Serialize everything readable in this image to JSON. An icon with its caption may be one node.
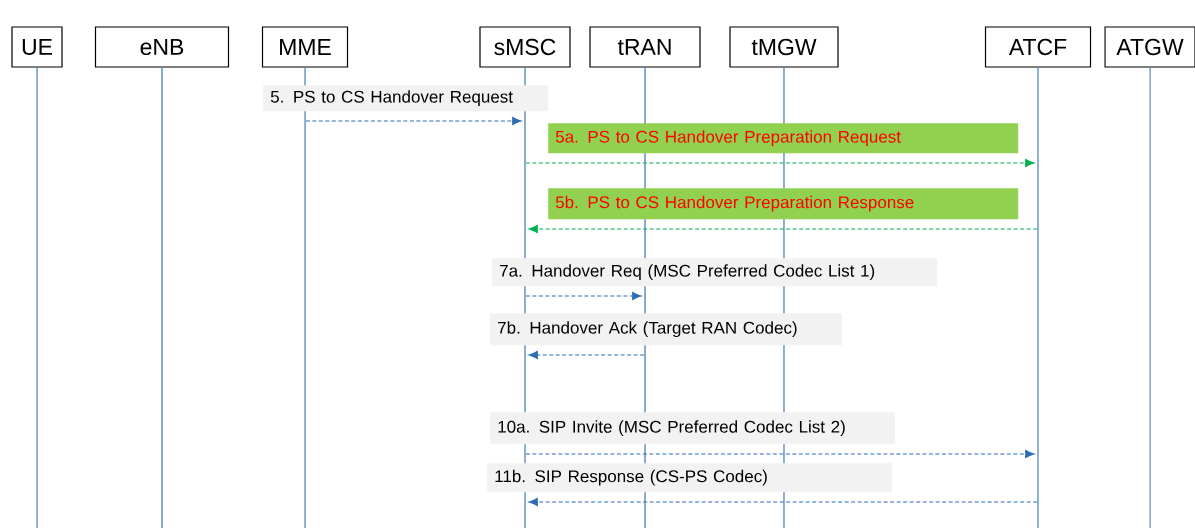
{
  "diagram": {
    "nodes": [
      {
        "text": [
          "UE"
        ]
      },
      {
        "text": [
          "eNB"
        ]
      },
      {
        "text": [
          "MME"
        ]
      },
      {
        "text": [
          "sMSC"
        ]
      },
      {
        "text": [
          "tRAN"
        ]
      },
      {
        "text": [
          "tMGW"
        ]
      },
      {
        "text": [
          "ATCF"
        ]
      },
      {
        "text": [
          "ATGW"
        ]
      },
      {
        "text": [],
        "shape": "line"
      },
      {
        "text": [],
        "shape": "line"
      },
      {
        "text": [],
        "shape": "line"
      },
      {
        "text": [],
        "shape": "line"
      },
      {
        "text": [],
        "shape": "line"
      },
      {
        "text": [],
        "shape": "line"
      },
      {
        "text": [],
        "shape": "line"
      },
      {
        "text": [],
        "shape": "line"
      }
    ],
    "edges": [
      {
        "from": 10,
        "to": 11,
        "arrow": "to",
        "label": "5. PS to CS Handover Request",
        "style": "dashed"
      },
      {
        "from": 11,
        "to": 14,
        "arrow": "to",
        "label": "5a. PS to CS Handover Preparation Request",
        "style": "dashed",
        "color": "#00b050"
      },
      {
        "from": 14,
        "to": 11,
        "arrow": "to",
        "label": "5b. PS to CS Handover Preparation Response",
        "style": "dashed",
        "color": "#00b050"
      },
      {
        "from": 11,
        "to": 12,
        "arrow": "to",
        "label": "7a. Handover Req (MSC Preferred Codec List 1)",
        "style": "dashed"
      },
      {
        "from": 12,
        "to": 11,
        "arrow": "to",
        "label": "7b. Handover Ack (Target RAN Codec)",
        "style": "dashed"
      },
      {
        "from": 11,
        "to": 14,
        "arrow": "to",
        "label": "10a. SIP Invite (MSC Preferred Codec List 2)",
        "style": "dashed"
      },
      {
        "from": 14,
        "to": 11,
        "arrow": "to",
        "label": "11b. SIP Response (CS-PS Codec)",
        "style": "dashed"
      }
    ]
  }
}
